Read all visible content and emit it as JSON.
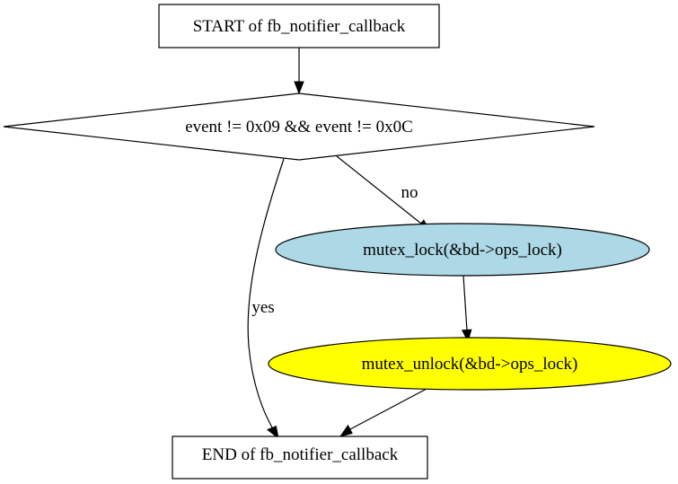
{
  "nodes": {
    "start": {
      "label": "START of fb_notifier_callback",
      "shape": "rectangle",
      "fill": "#ffffff"
    },
    "decision": {
      "label": "event != 0x09 && event != 0x0C",
      "shape": "diamond",
      "fill": "#ffffff"
    },
    "mutex_lock": {
      "label": "mutex_lock(&bd->ops_lock)",
      "shape": "ellipse",
      "fill": "#add8e6"
    },
    "mutex_unlock": {
      "label": "mutex_unlock(&bd->ops_lock)",
      "shape": "ellipse",
      "fill": "#ffff00"
    },
    "end": {
      "label": "END of fb_notifier_callback",
      "shape": "rectangle",
      "fill": "#ffffff"
    }
  },
  "edges": {
    "start_to_decision": {
      "from": "start",
      "to": "decision",
      "label": ""
    },
    "decision_no": {
      "from": "decision",
      "to": "mutex_lock",
      "label": "no"
    },
    "decision_yes": {
      "from": "decision",
      "to": "end",
      "label": "yes"
    },
    "lock_to_unlock": {
      "from": "mutex_lock",
      "to": "mutex_unlock",
      "label": ""
    },
    "unlock_to_end": {
      "from": "mutex_unlock",
      "to": "end",
      "label": ""
    }
  }
}
